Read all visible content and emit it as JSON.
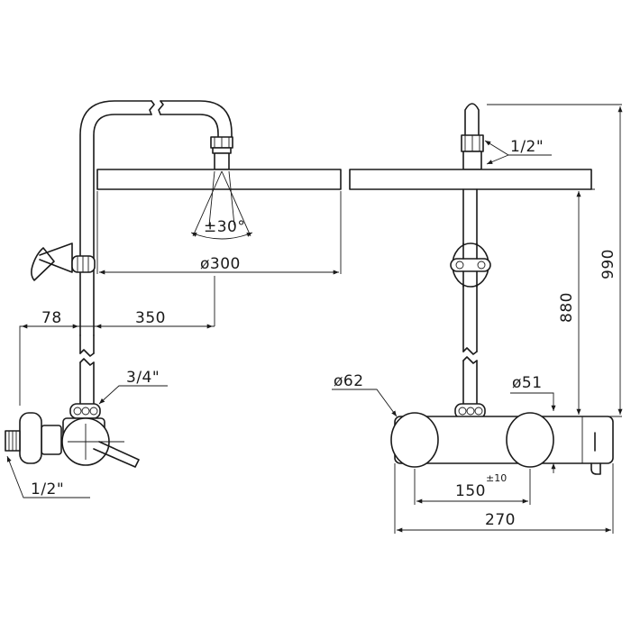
{
  "dimensions": {
    "angle": "±30°",
    "head_diameter": "ø300",
    "offset_78": "78",
    "offset_350": "350",
    "inlet_34": "3/4\"",
    "inlet_12_left": "1/2\"",
    "inlet_12_right": "1/2\"",
    "height_990": "990",
    "height_880": "880",
    "knob_62": "ø62",
    "knob_51": "ø51",
    "centers_150": "150",
    "tolerance": "±10",
    "width_270": "270"
  }
}
